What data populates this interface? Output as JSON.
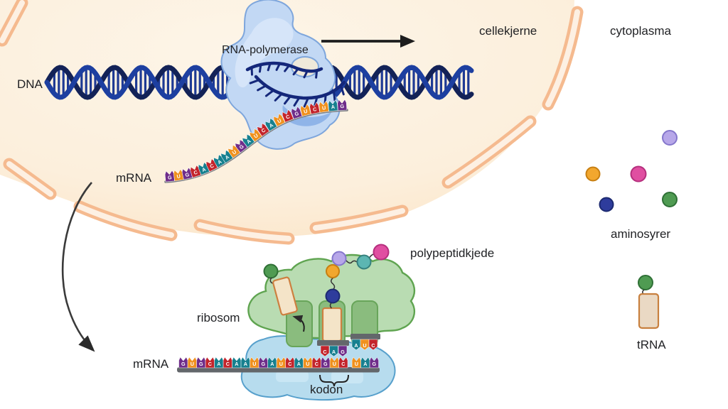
{
  "labels": {
    "dna": "DNA",
    "rna_polymerase": "RNA-polymerase",
    "mrna_top": "mRNA",
    "cellekjerne": "cellekjerne",
    "cytoplasma": "cytoplasma",
    "aminosyrer": "aminosyrer",
    "trna": "tRNA",
    "polypeptidkjede": "polypeptidkjede",
    "ribosom": "ribosom",
    "mrna_bottom": "mRNA",
    "kodon": "kodon"
  },
  "sequences": {
    "mrna_transcript": "GUGCACAAUGAUCAUCGUCUAG",
    "mrna_at_ribosome": "GUGCACAAUGAUCAUC",
    "codon_p_site": "GUC",
    "stop_codon": "UAG",
    "anticodon_p_site": "CAG",
    "anticodon_a_site": "AUC"
  },
  "nucleotide_colors": {
    "A": "#17808f",
    "U": "#f0911e",
    "G": "#6f2d8a",
    "C": "#c3242b"
  },
  "amino_acid_colors": {
    "green": {
      "fill": "#4f9b52",
      "stroke": "#2f7036"
    },
    "navy": {
      "fill": "#2e3c9c",
      "stroke": "#1d2a70"
    },
    "orange": {
      "fill": "#f2a72e",
      "stroke": "#c77f12"
    },
    "lavender": {
      "fill": "#b7a7e9",
      "stroke": "#8577cc"
    },
    "teal": {
      "fill": "#5cb6b2",
      "stroke": "#35817e"
    },
    "pink": {
      "fill": "#e04fa1",
      "stroke": "#b52f7d"
    }
  },
  "amino_acid_pool": [
    "lavender",
    "orange",
    "pink",
    "navy",
    "green"
  ],
  "polypeptide_chain": [
    "navy",
    "orange",
    "lavender",
    "teal",
    "pink"
  ],
  "trna_amino_acid": "green",
  "palette": {
    "background": "#ffffff",
    "nucleus_fill": "#fcefdc",
    "nucleus_fill_center": "#fdf4e6",
    "membrane_outer": "#f5ba8f",
    "membrane_inner": "#fdf0e3",
    "dna_front": "#1d3fa0",
    "dna_back": "#132257",
    "dna_rung": "#1e3a94",
    "polymerase_fill": "#c2d8f4",
    "polymerase_stroke": "#7ea6dc",
    "polymerase_highlight": "#dce9fb",
    "polymerase_lip": "#8fb4e8",
    "mrna_backbone": "#63676b",
    "mrna_line": "#7d8084",
    "ribosome_large_fill": "#b9dcb2",
    "ribosome_large_stroke": "#5fa450",
    "ribosome_slot_fill": "#8abc7e",
    "ribosome_slot_stroke": "#68a55a",
    "ribosome_small_fill": "#b7dcee",
    "ribosome_small_stroke": "#57a0cc",
    "ribosome_tab_fill": "#c9e6f4",
    "trna_fill": "#f4e4c8",
    "trna_stroke": "#cd8040",
    "arrow": "#2b2b2b",
    "text": "#1f2023"
  }
}
